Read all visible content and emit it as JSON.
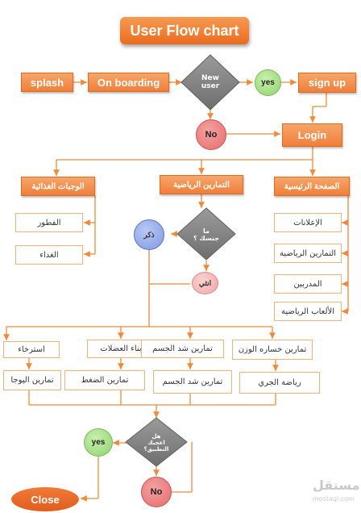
{
  "title": "User Flow chart",
  "nodes": {
    "splash": "splash",
    "onboarding": "On boarding",
    "new_user": "New\nuser",
    "yes1": "yes",
    "signup": "sign up",
    "no1": "No",
    "login": "Login",
    "meals": "الوجبات الغذائية",
    "exercises": "التمارين الرياضية",
    "home": "الصفحة الرئيسية",
    "breakfast": "الفطور",
    "lunch": "الغداء",
    "gender_q": "ما\nجنسك ؟",
    "male": "ذكر",
    "female": "انثي",
    "ads": "الإعلانات",
    "home_exercises": "التمارين الرياضية",
    "trainers": "المدربين",
    "sports_games": "الألعاب الرياضية",
    "relax": "استرخاء",
    "yoga": "تمارين اليوجا",
    "muscle": "بناء العضلات",
    "press": "تمارين الضغط",
    "body_tone": "تمارين شد الجسم",
    "body_tone2": "تمارين شد الجسم",
    "weight_loss": "تمارين خساره الوزن",
    "running": "رياضة الجري",
    "like_q": "هل\nاعجبك\nالتطبيق؟",
    "yes2": "yes",
    "no2": "No",
    "close": "Close"
  },
  "watermark": "مستقل",
  "watermark_sub": "mostaql.com",
  "colors": {
    "orange": "#ef7f3a",
    "line": "#ef8a3c",
    "diamond": "#8a8a8a",
    "green": "#8fd36b",
    "red": "#e66d6d",
    "blue": "#7f99e0"
  }
}
